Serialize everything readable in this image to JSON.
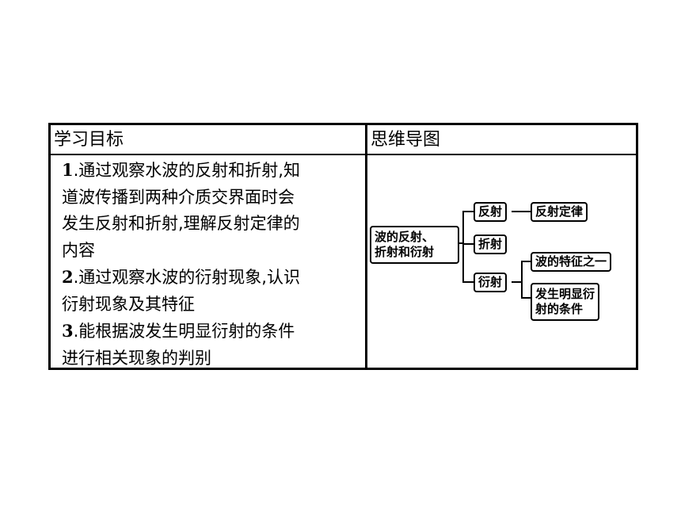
{
  "table": {
    "header_left": "学习目标",
    "header_right": "思维导图"
  },
  "goals": [
    {
      "num": "1",
      "text_lines": [
        ".通过观察水波的反射和折射,知",
        "道波传播到两种介质交界面时会",
        "发生反射和折射,理解反射定律的",
        "内容"
      ]
    },
    {
      "num": "2",
      "text_lines": [
        ".通过观察水波的衍射现象,认识",
        "衍射现象及其特征"
      ]
    },
    {
      "num": "3",
      "text_lines": [
        ".能根据波发生明显衍射的条件",
        "进行相关现象的判别"
      ]
    }
  ],
  "mindmap": {
    "root_line1": "波的反射、",
    "root_line2": "折射和衍射",
    "branch_reflection": "反射",
    "branch_refraction": "折射",
    "branch_diffraction": "衍射",
    "leaf_reflection_law": "反射定律",
    "leaf_wave_feature": "波的特征之一",
    "leaf_condition_line1": "发生明显衍",
    "leaf_condition_line2": "射的条件"
  }
}
